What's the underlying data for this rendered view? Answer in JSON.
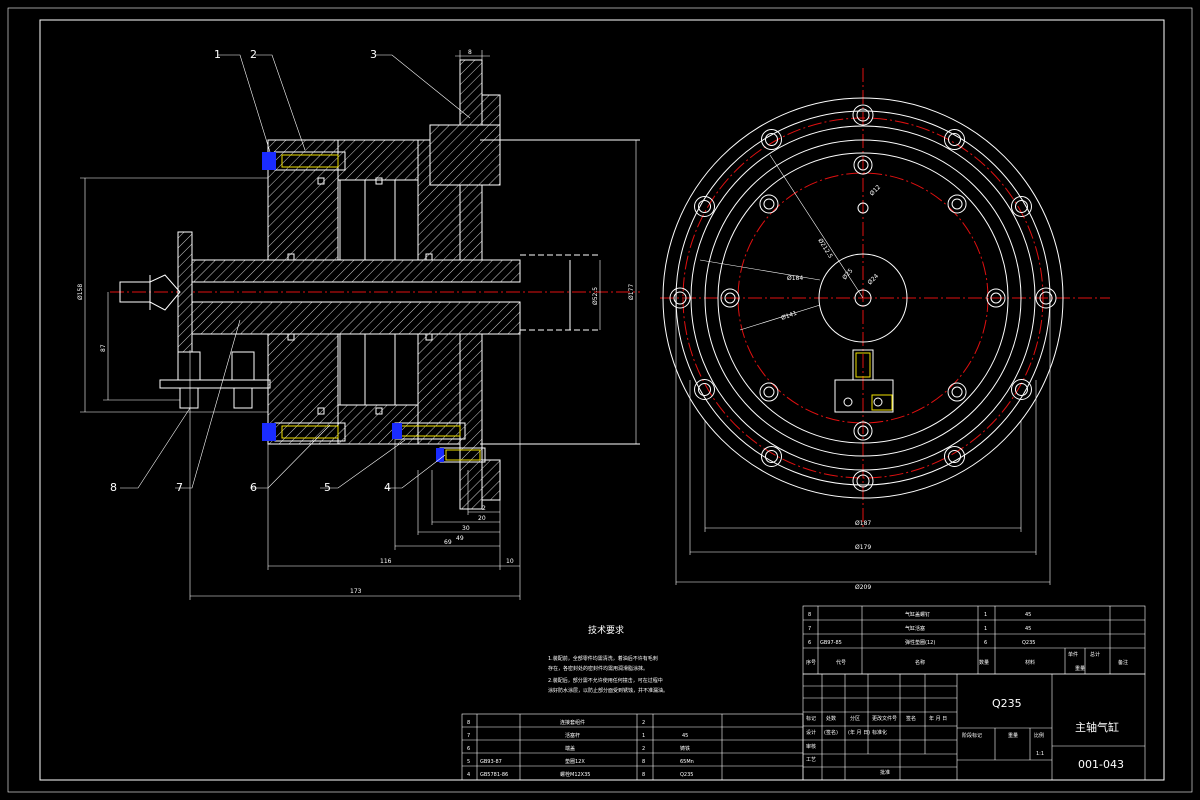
{
  "balloons": {
    "n1": "1",
    "n2": "2",
    "n3": "3",
    "n4": "4",
    "n5": "5",
    "n6": "6",
    "n7": "7",
    "n8": "8"
  },
  "dims": {
    "d_top": "8",
    "d_left1": "Ø158",
    "d_left2": "87",
    "d_right_v": "Ø177",
    "d_bore": "Ø52.5",
    "d_2": "2",
    "d_20": "20",
    "d_30": "30",
    "d_49": "49",
    "d_69": "69",
    "d_116": "116",
    "d_10": "10",
    "d_173": "173",
    "r_212": "Ø212.5",
    "r_184": "Ø184",
    "r_141": "Ø141",
    "r_25": "Ø25",
    "r_12": "Ø12",
    "r_24": "Ø24",
    "r_187": "Ø187",
    "r_179": "Ø179",
    "r_209": "Ø209"
  },
  "notes": {
    "title": "技术要求",
    "line1": "1.装配前，全部零件均需清洗，着油后不许有毛刺",
    "line2": "存在，各密封处的密封件均需用润滑脂涂抹。",
    "line3": "2.装配后，部分需不允许使用任何撞击，可在过程中",
    "line4": "涂好防水涂层，以防止部分面受到锈蚀，并不准漏油。"
  },
  "title_block": {
    "material": "Q235",
    "part_name": "主轴气缸",
    "drawing_no": "001-043",
    "scale": "1:1",
    "h_seq": "序号",
    "h_code": "代号",
    "h_name": "名称",
    "h_qty": "数量",
    "h_mat": "材料",
    "h_single": "单件",
    "h_total": "总计",
    "h_weight": "重量",
    "h_remark": "备注",
    "h_mark": "标记",
    "h_count": "处数",
    "h_zone": "分区",
    "h_doc": "更改文件号",
    "h_sign": "签名",
    "h_date": "年 月 日",
    "h_design": "设计",
    "h_std": "标准化",
    "h_check": "审核",
    "h_proc": "工艺",
    "h_approve": "批准",
    "h_stage": "阶段标记",
    "h_wt": "重量",
    "h_ratio": "比例",
    "h_sig_fill": "(签名)",
    "h_date_fill": "(年 月 日)"
  },
  "bom_upper": [
    {
      "seq": "8",
      "code": "",
      "name": "气缸盖螺钉",
      "qty": "1",
      "mat": "45"
    },
    {
      "seq": "7",
      "code": "",
      "name": "气缸活塞",
      "qty": "1",
      "mat": "45"
    },
    {
      "seq": "6",
      "code": "GB97-85",
      "name": "弹性垫圈(12)",
      "qty": "6",
      "mat": "Q235"
    }
  ],
  "bom_lower": [
    {
      "seq": "8",
      "code": "",
      "name": "连接套组件",
      "qty": "2",
      "mat": ""
    },
    {
      "seq": "7",
      "code": "",
      "name": "活塞杆",
      "qty": "1",
      "mat": "45"
    },
    {
      "seq": "6",
      "code": "",
      "name": "端盖",
      "qty": "2",
      "mat": "铸铁"
    },
    {
      "seq": "5",
      "code": "GB93-87",
      "name": "垫圈12X",
      "qty": "8",
      "mat": "65Mn"
    },
    {
      "seq": "4",
      "code": "GB5781-86",
      "name": "螺栓M12X35",
      "qty": "8",
      "mat": "Q235"
    }
  ]
}
